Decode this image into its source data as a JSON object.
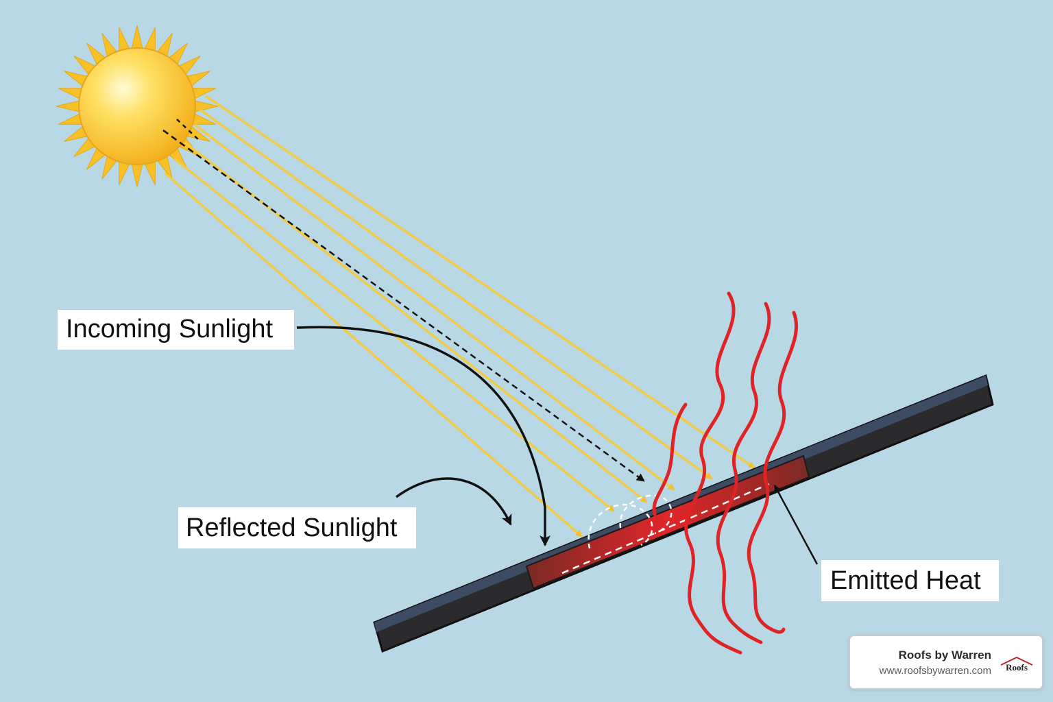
{
  "labels": {
    "incoming": "Incoming Sunlight",
    "reflected": "Reflected Sunlight",
    "emitted": "Emitted Heat"
  },
  "brand": {
    "name": "Roofs by Warren",
    "url": "www.roofsbywarren.com",
    "logo_text": "Roofs"
  },
  "colors": {
    "background": "#b8d8e6",
    "sun": "#f7c21d",
    "ray": "#f2cc45",
    "heat": "#e02426",
    "panel": "#2b2b2d",
    "panel_edge": "#3d4b63",
    "absorb": "#8c3129"
  }
}
